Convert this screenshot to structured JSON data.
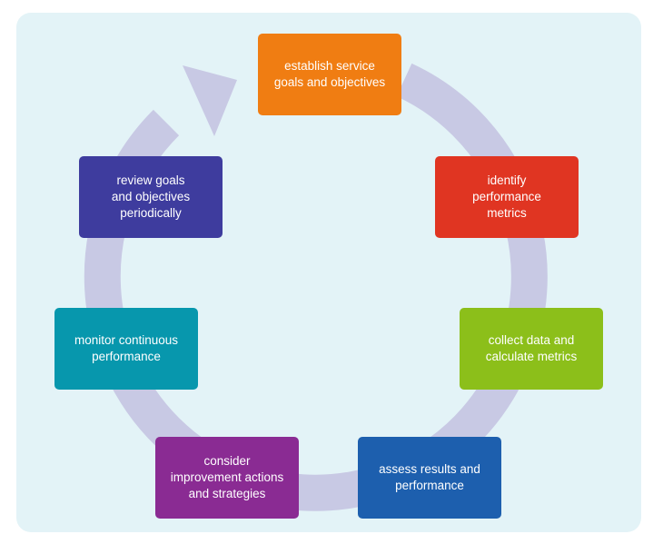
{
  "diagram": {
    "steps": [
      {
        "label": "establish service\ngoals and objectives",
        "color": "#f07d12"
      },
      {
        "label": "identify\nperformance\nmetrics",
        "color": "#e03522"
      },
      {
        "label": "collect data and\ncalculate metrics",
        "color": "#8cbf1a"
      },
      {
        "label": "assess results and\nperformance",
        "color": "#1d5fae"
      },
      {
        "label": "consider\nimprovement actions\nand strategies",
        "color": "#8a2b93"
      },
      {
        "label": "monitor continuous\nperformance",
        "color": "#0797ad"
      },
      {
        "label": "review goals\nand objectives\nperiodically",
        "color": "#3e3c9e"
      }
    ],
    "colors": {
      "background": "#e3f3f7",
      "ring": "#c8c9e4"
    }
  }
}
